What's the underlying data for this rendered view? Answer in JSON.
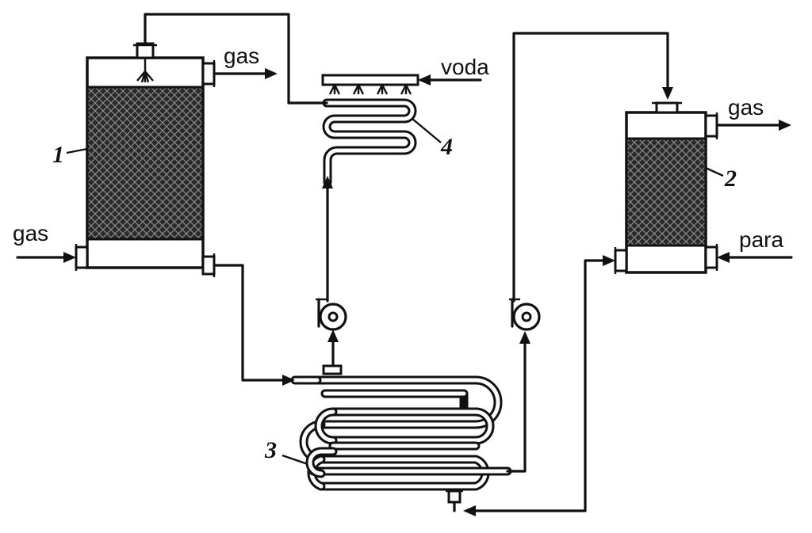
{
  "labels": {
    "gas_out_left": "gas",
    "gas_in_left": "gas",
    "voda": "voda",
    "gas_out_right": "gas",
    "para": "para"
  },
  "numbers": {
    "n1": "1",
    "n2": "2",
    "n3": "3",
    "n4": "4"
  }
}
